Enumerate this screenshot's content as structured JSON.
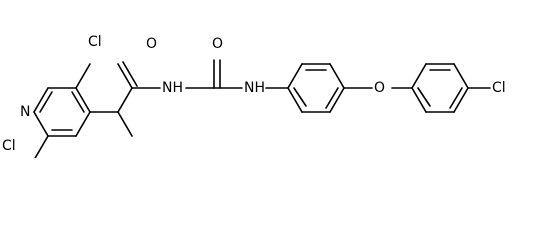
{
  "molecule": {
    "atoms": {
      "cl_pyridine_top": "Cl",
      "cl_pyridine_bottom": "Cl",
      "n_pyridine": "N",
      "o_amide": "O",
      "nh_imide": "NH",
      "o_urea": "O",
      "nh_urea": "NH",
      "o_ether": "O",
      "cl_phenyl": "Cl"
    }
  }
}
